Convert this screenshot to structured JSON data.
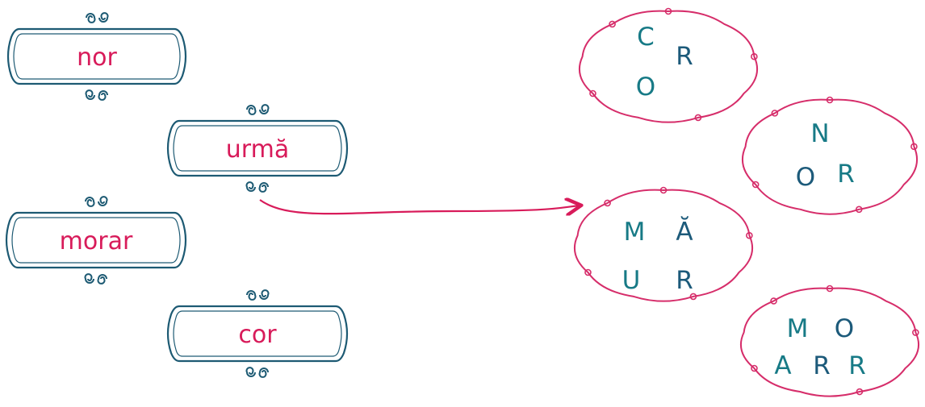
{
  "colors": {
    "frame_blue": "#1d5a73",
    "word_pink": "#d81b5a",
    "cloud_pink": "#d62d6a",
    "arrow_pink": "#d81b5a",
    "letter_teal": "#177a86",
    "letter_blue": "#1c5a7a"
  },
  "words": [
    {
      "text": "nor"
    },
    {
      "text": "urmă"
    },
    {
      "text": "morar"
    },
    {
      "text": "cor"
    }
  ],
  "clouds": [
    {
      "letters": [
        "C",
        "R",
        "O"
      ]
    },
    {
      "letters": [
        "N",
        "O",
        "R"
      ]
    },
    {
      "letters": [
        "M",
        "Ă",
        "U",
        "R"
      ]
    },
    {
      "letters": [
        "M",
        "O",
        "A",
        "R",
        "R"
      ]
    }
  ],
  "arrow": {
    "from_word": "urmă",
    "to_cloud_letters": "M Ă U R"
  }
}
